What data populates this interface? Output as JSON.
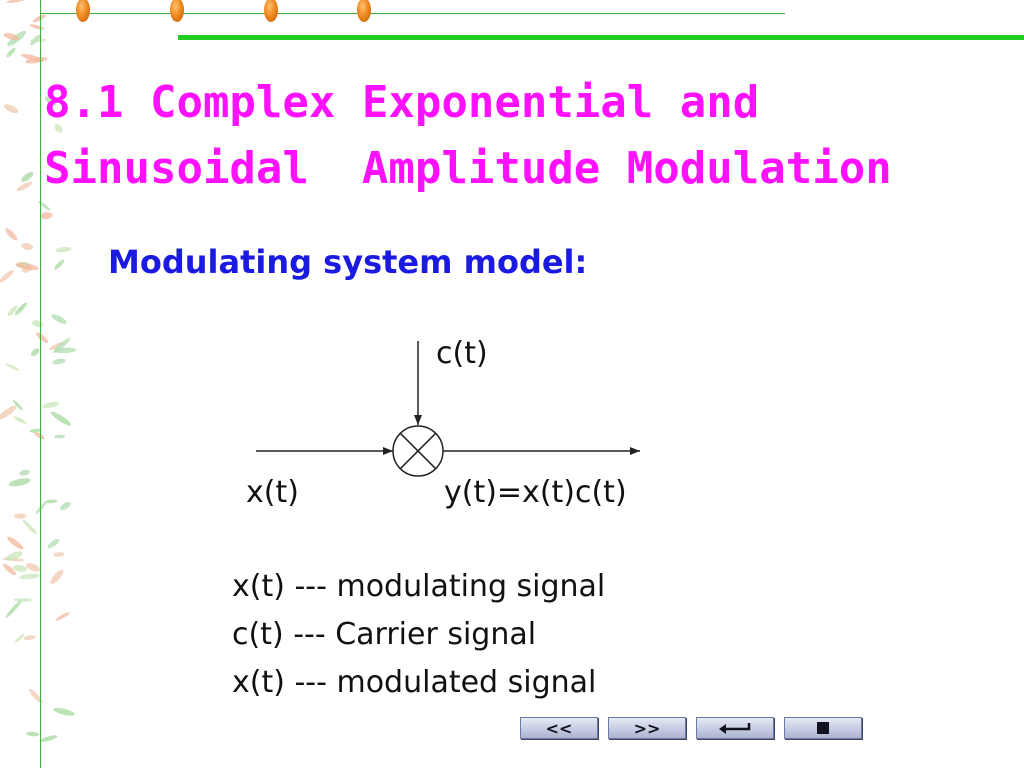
{
  "slide": {
    "title_line1": "8.1 Complex Exponential and",
    "title_line2": "Sinusoidal  Amplitude Modulation",
    "subtitle": "Modulating system model:"
  },
  "diagram": {
    "carrier_label": "c(t)",
    "input_label": "x(t)",
    "output_label": "y(t)=x(t)c(t)"
  },
  "definitions": [
    "x(t) --- modulating signal",
    "c(t) --- Carrier signal",
    "x(t) --- modulated signal"
  ],
  "colors": {
    "title": "#ff10ff",
    "subtitle": "#1a1ae0",
    "accent_line": "#22cc22",
    "bead": "#f08a20"
  },
  "nav_buttons": {
    "prev": "<<",
    "next": ">>",
    "return_icon": "return-arrow-icon",
    "stop_icon": "stop-square-icon"
  }
}
